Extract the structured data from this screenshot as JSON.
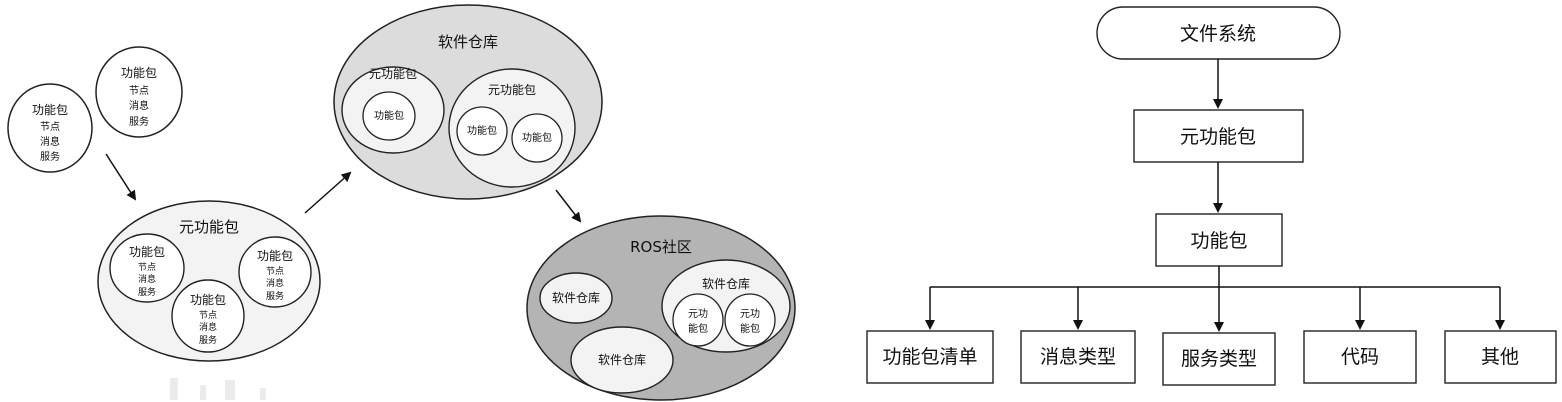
{
  "left_diagram": {
    "standalone_packages": [
      {
        "title": "功能包",
        "items": [
          "节点",
          "消息",
          "服务"
        ]
      },
      {
        "title": "功能包",
        "items": [
          "节点",
          "消息",
          "服务"
        ]
      }
    ],
    "metapackage": {
      "title": "元功能包",
      "packages": [
        {
          "title": "功能包",
          "items": [
            "节点",
            "消息",
            "服务"
          ]
        },
        {
          "title": "功能包",
          "items": [
            "节点",
            "消息",
            "服务"
          ]
        },
        {
          "title": "功能包",
          "items": [
            "节点",
            "消息",
            "服务"
          ]
        }
      ]
    },
    "repository": {
      "title": "软件仓库",
      "meta_a": {
        "title": "元功能包",
        "package": "功能包"
      },
      "meta_b": {
        "title": "元功能包",
        "packages": [
          "功能包",
          "功能包"
        ]
      }
    },
    "ros_community": {
      "title": "ROS社区",
      "repo_a": "软件仓库",
      "repo_b": "软件仓库",
      "repo_c": {
        "title": "软件仓库",
        "meta": [
          "元功\n能包",
          "元功\n能包"
        ]
      }
    }
  },
  "right_tree": {
    "root": "文件系统",
    "level1": "元功能包",
    "level2": "功能包",
    "leaves": [
      "功能包清单",
      "消息类型",
      "服务类型",
      "代码",
      "其他"
    ]
  },
  "colors": {
    "fill_light": "#f3f3f3",
    "fill_mid": "#dcdcdc",
    "fill_dark": "#b4b4b4",
    "stroke": "#222222"
  }
}
